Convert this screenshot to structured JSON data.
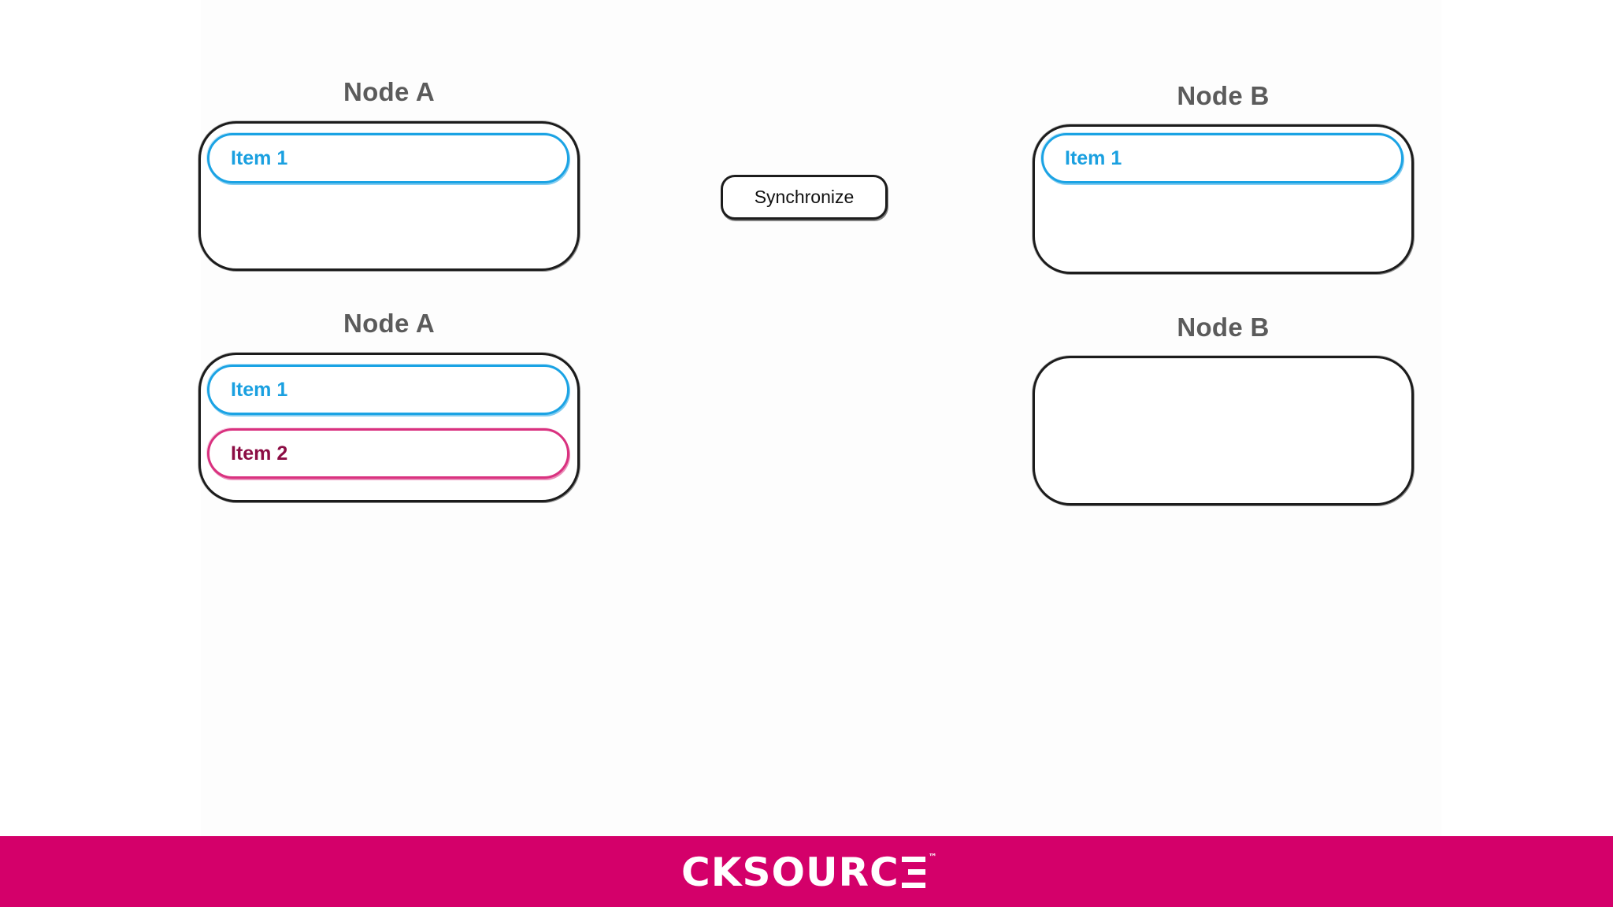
{
  "top_left": {
    "title": "Node A",
    "items": [
      {
        "label": "Item 1",
        "color": "#1ba3e4"
      }
    ]
  },
  "bottom_left": {
    "title": "Node A",
    "items": [
      {
        "label": "Item 1",
        "color": "#1ba3e4"
      },
      {
        "label": "Item 2",
        "color": "#d9317f"
      }
    ]
  },
  "top_right": {
    "title": "Node B",
    "items": [
      {
        "label": "Item 1",
        "color": "#1ba3e4"
      }
    ]
  },
  "bottom_right": {
    "title": "Node B",
    "items": []
  },
  "sync_button": {
    "label": "Synchronize"
  },
  "footer": {
    "brand": "CKSOURC",
    "trademark": "™",
    "color": "#d4006a"
  }
}
